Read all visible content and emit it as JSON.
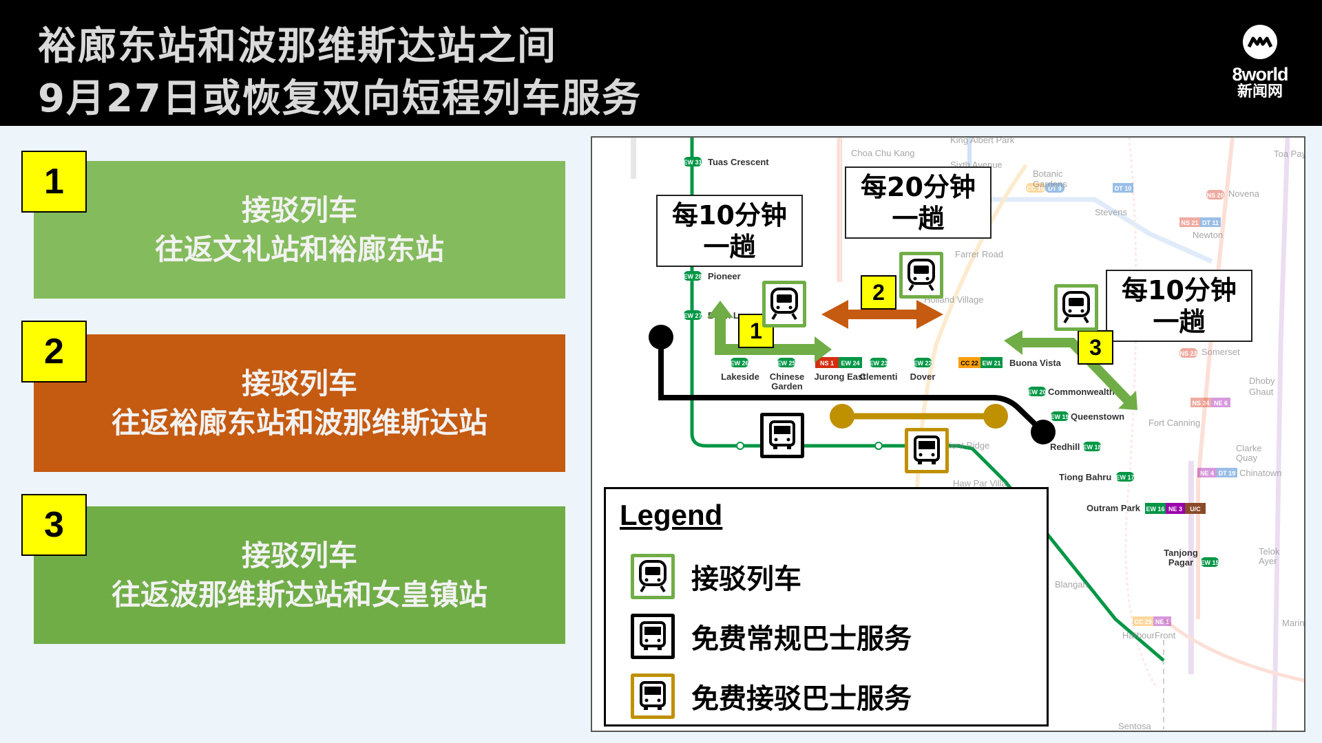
{
  "header": {
    "title_line1": "裕廊东站和波那维斯达站之间",
    "title_line2": "9月27日或恢复双向短程列车服务",
    "logo_brand": "8world",
    "logo_brand_cn": "新闻网"
  },
  "cards": [
    {
      "number": "1",
      "line1": "接驳列车",
      "line2": "往返文礼站和裕廊东站",
      "color": "#84bb5c"
    },
    {
      "number": "2",
      "line1": "接驳列车",
      "line2": "往返裕廊东站和波那维斯达站",
      "color": "#c55a11"
    },
    {
      "number": "3",
      "line1": "接驳列车",
      "line2": "往返波那维斯达站和女皇镇站",
      "color": "#70ad47"
    }
  ],
  "map": {
    "callouts": {
      "c1_line1": "每10分钟",
      "c1_line2": "一趟",
      "c2_line1": "每20分钟",
      "c2_line2": "一趟",
      "c3_line1": "每10分钟",
      "c3_line2": "一趟"
    },
    "tags": {
      "t1": "1",
      "t2": "2",
      "t3": "3"
    },
    "stations": {
      "tuas_crescent": "Tuas Crescent",
      "pioneer": "Pioneer",
      "boon_lay": "Boon L",
      "lakeside": "Lakeside",
      "chinese_garden_1": "Chinese",
      "chinese_garden_2": "Garden",
      "jurong_east": "Jurong East",
      "clementi": "Clementi",
      "dover": "Dover",
      "buona_vista": "Buona Vista",
      "commonwealth": "Commonwealth",
      "queenstown": "Queenstown",
      "redhill": "Redhill",
      "tiong_bahru": "Tiong Bahru",
      "outram_park": "Outram Park",
      "tanjong_pagar_1": "Tanjong",
      "tanjong_pagar_2": "Pagar",
      "choa_chu_kang": "Choa Chu Kang",
      "king_albert_park": "King Albert Park",
      "sixth_avenue": "Sixth Avenue",
      "botanic_gardens_1": "Botanic",
      "botanic_gardens_2": "Gardens",
      "stevens": "Stevens",
      "farrer_road": "Farrer Road",
      "holland_village": "Holland Village",
      "kent_ridge": "Kent Ridge",
      "haw_par_villa": "Haw Par Villa",
      "somerset": "Somerset",
      "dhoby_ghaut_1": "Dhoby",
      "dhoby_ghaut_2": "Ghaut",
      "fort_canning": "Fort Canning",
      "clarke_quay_1": "Clarke",
      "clarke_quay_2": "Quay",
      "chinatown": "Chinatown",
      "novena": "Novena",
      "newton": "Newton",
      "toa_payoh": "Toa Payo",
      "harbourfront": "HarbourFront",
      "sentosa": "Sentosa",
      "telok_ayer_1": "Telok",
      "telok_ayer_2": "Ayer",
      "marina": "Marin",
      "labrador": "Blangah"
    },
    "codes": {
      "ew31": "EW 31",
      "ew28": "EW 28",
      "ew27": "EW 27",
      "ew26": "EW 26",
      "ew25": "EW 25",
      "ns1": "NS 1",
      "ew24": "EW 24",
      "ew23": "EW 23",
      "ew22": "EW 22",
      "cc22": "CC 22",
      "ew21": "EW 21",
      "ew20": "EW 20",
      "ew19": "EW 19",
      "ew18": "EW 18",
      "ew17": "EW 17",
      "ew16": "EW 16",
      "ne3": "NE 3",
      "uc": "U/C",
      "ew15": "EW 15",
      "cc19": "CC 19",
      "dt9": "DT 9",
      "dt10": "DT 10",
      "ns20": "NS 20",
      "ns21": "NS 21",
      "dt11": "DT 11",
      "ns23": "NS 23",
      "ns24": "NS 24",
      "ne6": "NE 6",
      "ne4": "NE 4",
      "dt19": "DT 19",
      "cc29": "CC 29",
      "ne1": "NE 1"
    }
  },
  "legend": {
    "title": "Legend",
    "items": [
      {
        "label": "接驳列车",
        "color": "#70ad47"
      },
      {
        "label": "免费常规巴士服务",
        "color": "#000000"
      },
      {
        "label": "免费接驳巴士服务",
        "color": "#bf9000"
      }
    ]
  },
  "colors": {
    "ew_line": "#009645",
    "ns_line": "#d42e12",
    "cc_line": "#fa9e0d",
    "ne_line": "#9900aa",
    "dt_line": "#005ec4",
    "shuttle_train": "#70ad47",
    "shuttle_train_2": "#c55a11",
    "regular_bus": "#000000",
    "shuttle_bus": "#bf9000"
  }
}
